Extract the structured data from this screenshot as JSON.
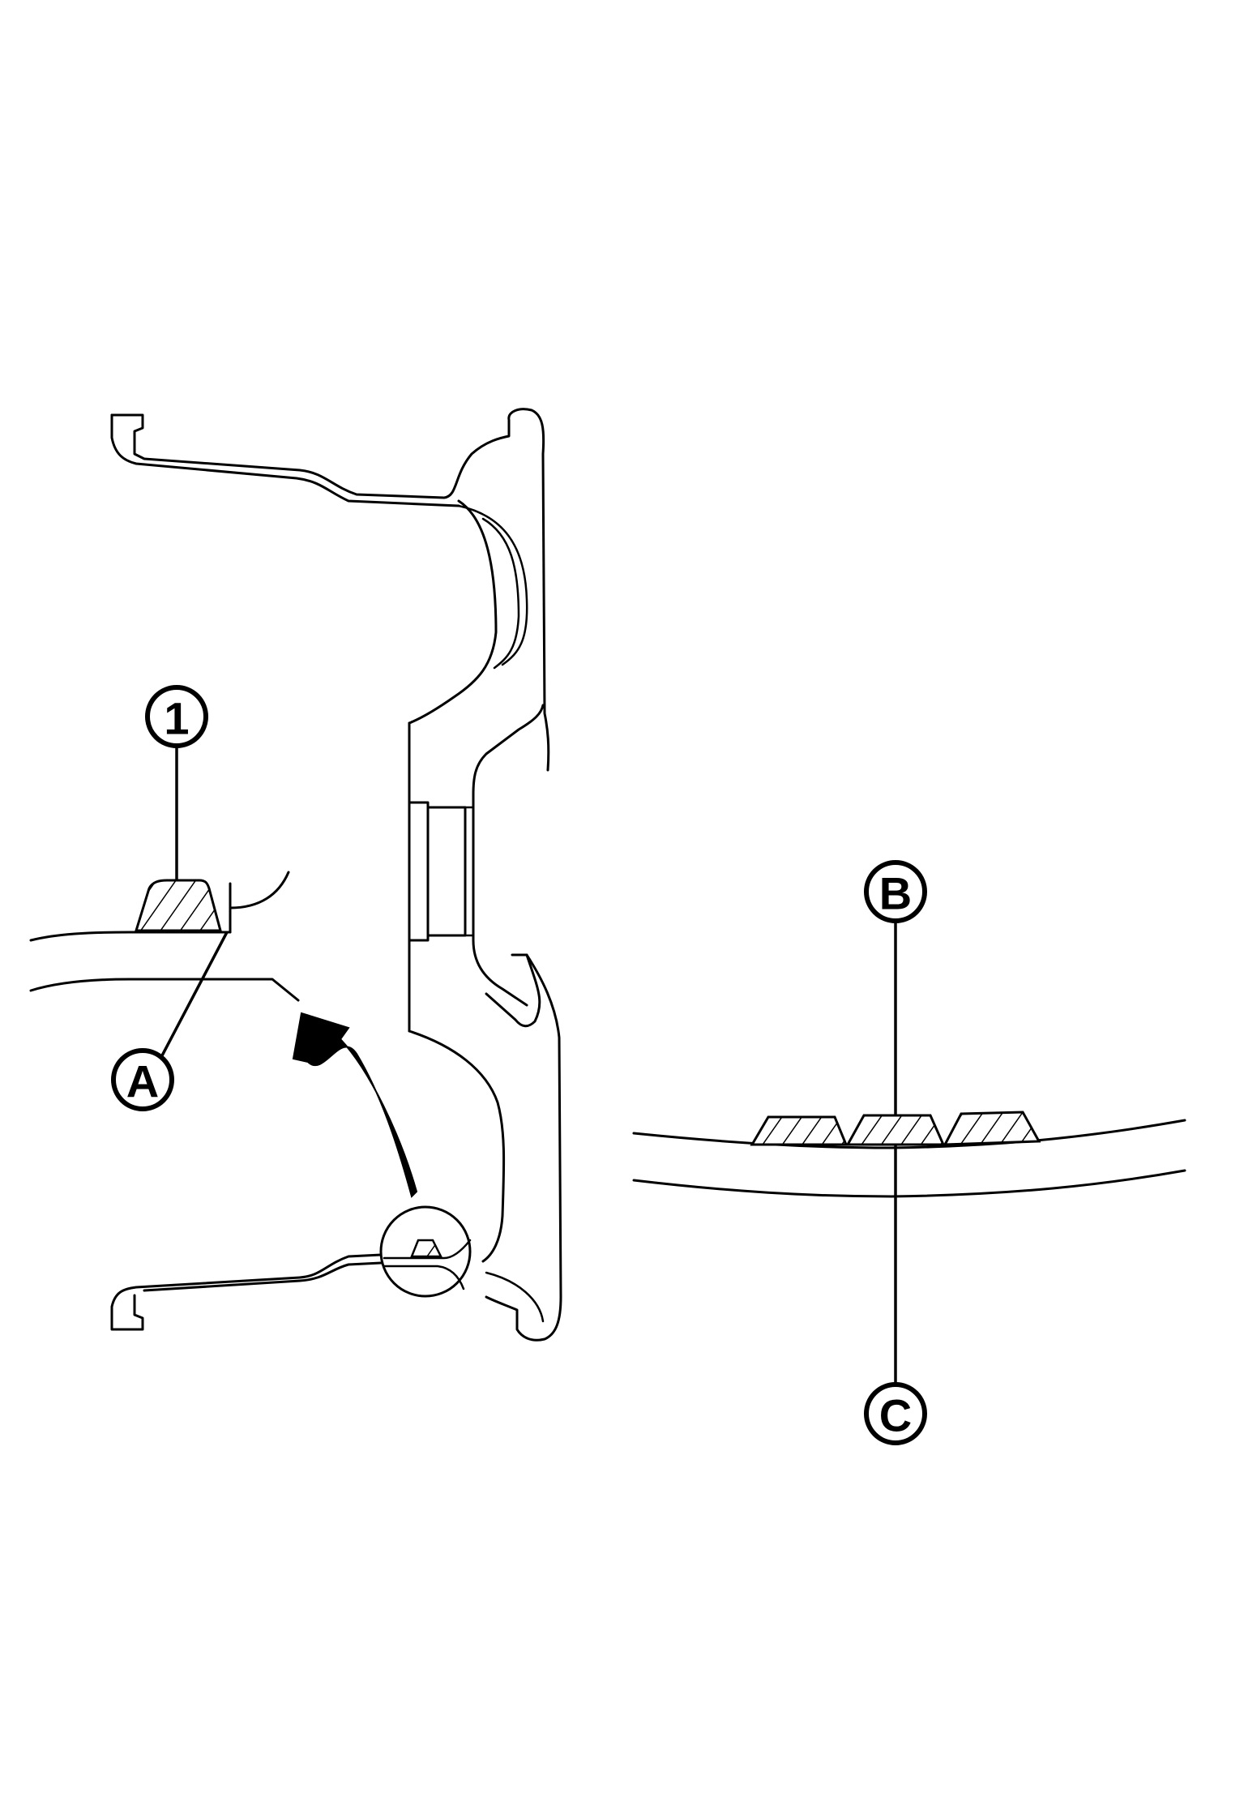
{
  "callouts": {
    "one": "1",
    "a": "A",
    "b": "B",
    "c": "C"
  },
  "colors": {
    "line": "#000000",
    "background": "#ffffff"
  }
}
